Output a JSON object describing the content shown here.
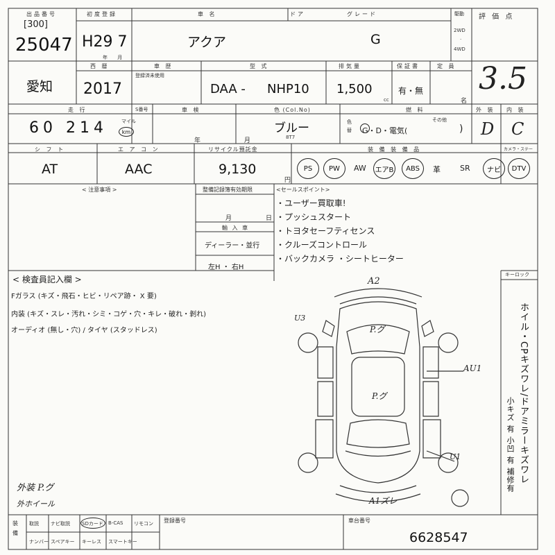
{
  "header": {
    "lot_label": "出品番号",
    "lot_prefix": "[300]",
    "lot_number": "25047",
    "first_reg_label": "初度登録",
    "first_reg": "H29 7",
    "year_month": "年 月",
    "car_name_label": "車 名",
    "car_name": "アクア",
    "door_label": "ドア",
    "grade_label": "グレード",
    "grade": "G",
    "drive_label": "駆動",
    "drive_2wd": "2WD",
    "drive_4wd": "4WD",
    "score_label": "評 価 点",
    "score": "3.5"
  },
  "row2": {
    "region": "愛知",
    "year_label": "西 暦",
    "year": "2017",
    "history_label": "車 歴",
    "history_note": "登録済未使用",
    "model_label": "型 式",
    "model_prefix": "DAA -",
    "model": "NHP10",
    "displacement_label": "排気量",
    "displacement": "1,500",
    "cc": "cc",
    "maint_label": "保証書",
    "maint": "有・無",
    "capacity_label": "定 員",
    "capacity_unit": "名"
  },
  "row3": {
    "mileage_label": "走 行",
    "mileage": "60 214",
    "mile": "マイル",
    "km": "km",
    "s_label": "S番号",
    "inspection_label": "車 検",
    "inspection_date": "年 月",
    "color_label": "色 (Col.No)",
    "color": "ブルー",
    "color_code": "8T7",
    "color_change": "色替",
    "fuel_label": "燃 料",
    "fuel": "G・D・電気(",
    "fuel_other": "その他",
    "exterior_label": "外 装",
    "exterior_grade": "D",
    "interior_label": "内 装",
    "interior_grade": "C"
  },
  "row4": {
    "shift_label": "シ フ ト",
    "shift": "AT",
    "ac_label": "エ ア コ ン",
    "ac": "AAC",
    "recycle_label": "リサイクル預託金",
    "recycle": "9,130",
    "yen": "円",
    "equip_label": "装 備 装 備 品",
    "equipment": [
      "PS",
      "PW",
      "AW",
      "エアB",
      "ABS",
      "革",
      "SR",
      "ナビ",
      "DTV"
    ],
    "key_label": "カメラ・ステー"
  },
  "notes": {
    "caution_label": "< 注意事項 >",
    "storage_label": "整備記録簿有効期限",
    "month": "月",
    "day": "日",
    "import_label": "輸 入 車",
    "dealer": "ディーラー・並行",
    "handle": "左H ・ 右H",
    "sales_label": "<セールスポイント>",
    "sales_points": [
      "・ユーザー買取車!",
      "・プッシュスタート",
      "・トヨタセーフティセンス",
      "・クルーズコントロール",
      "・バックカメラ ・シートヒーター"
    ]
  },
  "inspector": {
    "title": "< 検査員記入欄 >",
    "line1": "Fガラス (キズ・飛石・ヒビ・リペア跡・ X 要)",
    "line2": "内装 (キズ・スレ・汚れ・シミ・コゲ・穴・キレ・破れ・剝れ)",
    "line3": "オーディオ (無し・穴) / タイヤ (スタッドレス)",
    "hw_note1": "外装 P.グ",
    "hw_note2": "外ホイール"
  },
  "diagram": {
    "mark_front": "A2",
    "mark_left": "U3",
    "mark_right": "AU1",
    "mark_rear_right": "U1",
    "mark_rear": "A1ズレ",
    "mark_roof": "P.グ",
    "mark_body": "P.グ",
    "keyless_label": "キーロック"
  },
  "side_note": {
    "text1": "ホイル・CPキズワレ/ドアミラーキズワレ",
    "text2": "小キズ 有 小凹 有 補修有"
  },
  "footer": {
    "equip_header": "装備",
    "items_row1": [
      "取説",
      "ナビ取説",
      "SDカード",
      "B-CAS",
      "リモコン"
    ],
    "items_row2": [
      "ナンバー",
      "スペアキー",
      "キーレス",
      "スマートキー"
    ],
    "register_label": "登録番号",
    "chassis_label": "車台番号",
    "chassis": "6628547"
  }
}
